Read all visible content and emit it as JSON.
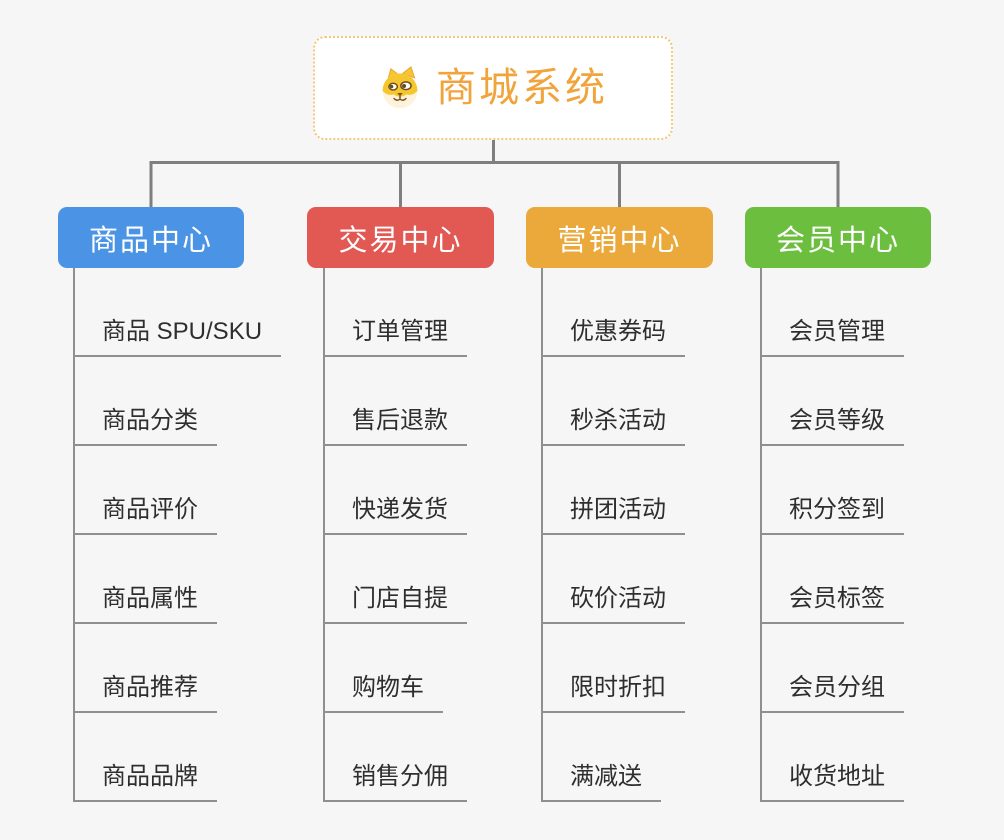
{
  "root": {
    "title": "商城系统",
    "icon": "dog-face-icon"
  },
  "branches": [
    {
      "label": "商品中心",
      "color": "#4B94E5",
      "items": [
        "商品 SPU/SKU",
        "商品分类",
        "商品评价",
        "商品属性",
        "商品推荐",
        "商品品牌"
      ]
    },
    {
      "label": "交易中心",
      "color": "#E25852",
      "items": [
        "订单管理",
        "售后退款",
        "快递发货",
        "门店自提",
        "购物车",
        "销售分佣"
      ]
    },
    {
      "label": "营销中心",
      "color": "#EBA93B",
      "items": [
        "优惠券码",
        "秒杀活动",
        "拼团活动",
        "砍价活动",
        "限时折扣",
        "满减送"
      ]
    },
    {
      "label": "会员中心",
      "color": "#6CBE3E",
      "items": [
        "会员管理",
        "会员等级",
        "积分签到",
        "会员标签",
        "会员分组",
        "收货地址"
      ]
    }
  ],
  "colors": {
    "background": "#F6F6F6",
    "connector": "#7F7F7F",
    "underline": "#8F8F8F",
    "leaf_text": "#2E2E2E",
    "root_title": "#F1A43C",
    "root_border": "#F3C678",
    "branch_text": "#FFFFFF"
  }
}
